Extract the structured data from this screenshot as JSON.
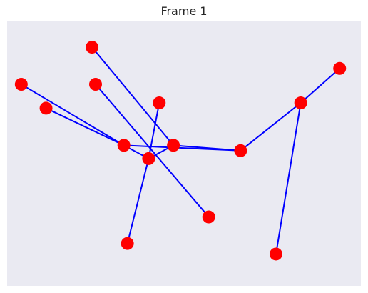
{
  "chart_data": {
    "type": "network",
    "title": "Frame 1",
    "grid": false,
    "colors": {
      "background": "#eaeaf2",
      "edge": "#0000ff",
      "node": "#ff0000"
    },
    "nodes": [
      {
        "id": 0,
        "x": 0.33,
        "y": 0.53
      },
      {
        "id": 1,
        "x": 0.4,
        "y": 0.48
      },
      {
        "id": 2,
        "x": 0.47,
        "y": 0.53
      },
      {
        "id": 3,
        "x": 0.66,
        "y": 0.51
      },
      {
        "id": 4,
        "x": 0.83,
        "y": 0.69
      },
      {
        "id": 5,
        "x": 0.94,
        "y": 0.82
      },
      {
        "id": 6,
        "x": 0.76,
        "y": 0.12
      },
      {
        "id": 7,
        "x": 0.43,
        "y": 0.69
      },
      {
        "id": 8,
        "x": 0.34,
        "y": 0.16
      },
      {
        "id": 9,
        "x": 0.57,
        "y": 0.26
      },
      {
        "id": 10,
        "x": 0.25,
        "y": 0.76
      },
      {
        "id": 11,
        "x": 0.24,
        "y": 0.9
      },
      {
        "id": 12,
        "x": 0.04,
        "y": 0.76
      },
      {
        "id": 13,
        "x": 0.11,
        "y": 0.67
      }
    ],
    "edges": [
      [
        11,
        2
      ],
      [
        10,
        9
      ],
      [
        12,
        0
      ],
      [
        13,
        0
      ],
      [
        0,
        1
      ],
      [
        1,
        2
      ],
      [
        2,
        3
      ],
      [
        0,
        3
      ],
      [
        1,
        7
      ],
      [
        1,
        8
      ],
      [
        3,
        4
      ],
      [
        4,
        5
      ],
      [
        4,
        6
      ]
    ]
  }
}
